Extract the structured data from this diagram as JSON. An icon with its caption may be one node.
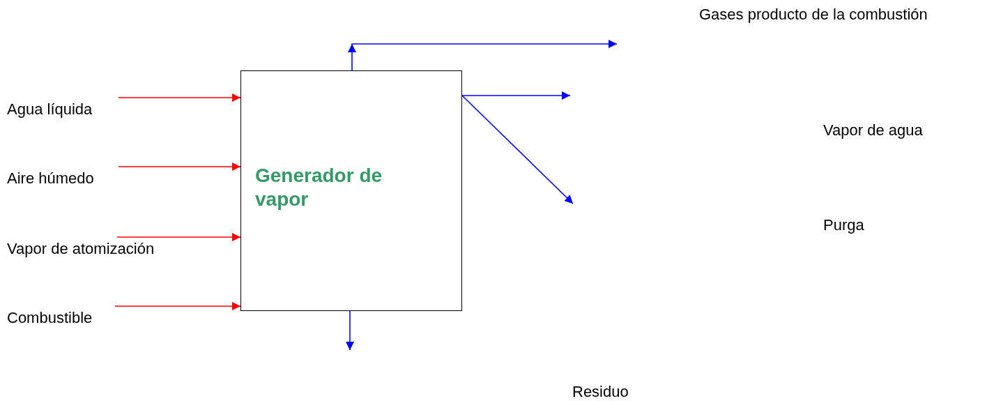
{
  "diagram": {
    "nodes": [
      {
        "text": [
          "Agua líquida"
        ]
      },
      {
        "text": [
          "Aire húmedo"
        ]
      },
      {
        "text": [
          "Vapor de atomización"
        ]
      },
      {
        "text": [
          "Combustible"
        ]
      },
      {
        "text": [
          "Generador de vapor"
        ]
      }
    ],
    "edges": [
      {
        "from": 0,
        "to": 4,
        "arrow": "to",
        "color": "#ff0000"
      },
      {
        "from": 1,
        "to": 4,
        "arrow": "to",
        "color": "#ff0000"
      },
      {
        "from": 2,
        "to": 4,
        "arrow": "to",
        "color": "#ff0000"
      },
      {
        "from": 3,
        "to": 4,
        "arrow": "to",
        "color": "#ff0000"
      },
      {
        "from": 4,
        "to": null,
        "arrow": "to",
        "color": "#0000ff"
      },
      {
        "from": 4,
        "to": null,
        "arrow": "to",
        "color": "#0000ff"
      },
      {
        "from": 4,
        "to": null,
        "arrow": "to",
        "color": "#0000ff"
      },
      {
        "from": 4,
        "to": null,
        "arrow": "to",
        "color": "#0000ff"
      }
    ],
    "labels": [
      "Gases producto de la combustión",
      "Vapor de agua",
      "Purga",
      "Residuo"
    ]
  }
}
